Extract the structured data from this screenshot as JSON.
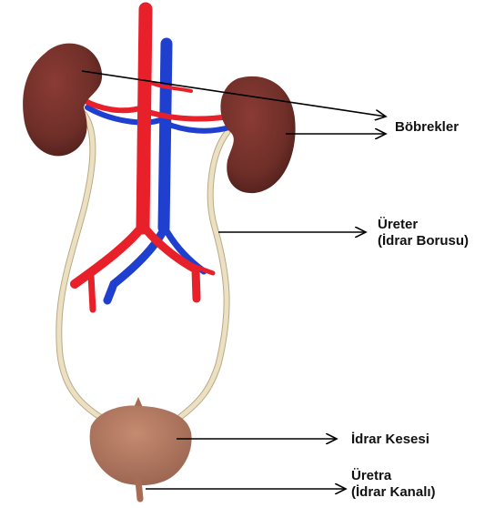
{
  "labels": {
    "kidneys": "Böbrekler",
    "ureter": {
      "line1": "Üreter",
      "line2": "(İdrar Borusu)"
    },
    "bladder": "İdrar Kesesi",
    "urethra": {
      "line1": "Üretra",
      "line2": "(İdrar Kanalı)"
    }
  },
  "colors": {
    "artery": "#e8202a",
    "vein": "#1f3fcf",
    "kidney": "#6e2e28",
    "ureter_tube": "#e9dcbc",
    "bladder": "#b07860",
    "pointer": "#000000"
  }
}
